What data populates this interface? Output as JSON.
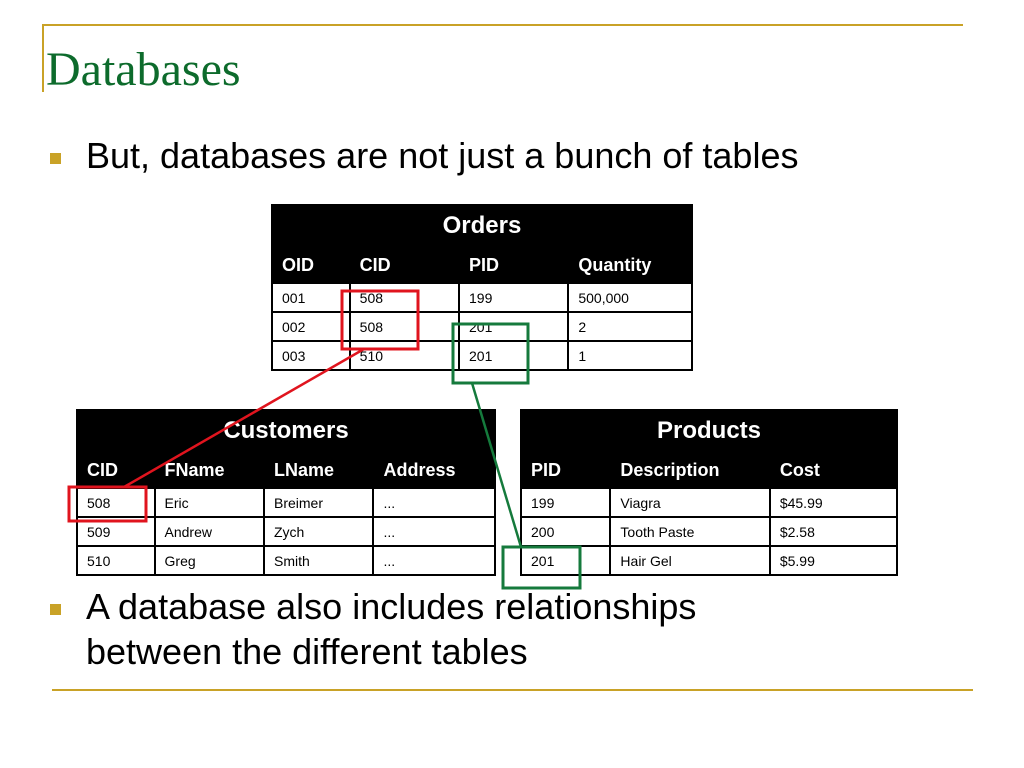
{
  "slide": {
    "title": "Databases",
    "bullets": [
      "But, databases are not just a bunch of tables",
      "A database also includes relationships",
      "between the different tables"
    ]
  },
  "colors": {
    "accent_gold": "#c9a227",
    "title_green": "#0d6b2c",
    "link_red": "#e0141e",
    "link_green": "#157a3c"
  },
  "tables": {
    "orders": {
      "name": "Orders",
      "columns": [
        "OID",
        "CID",
        "PID",
        "Quantity"
      ],
      "rows": [
        [
          "001",
          "508",
          "199",
          "500,000"
        ],
        [
          "002",
          "508",
          "201",
          "2"
        ],
        [
          "003",
          "510",
          "201",
          "1"
        ]
      ]
    },
    "customers": {
      "name": "Customers",
      "columns": [
        "CID",
        "FName",
        "LName",
        "Address"
      ],
      "rows": [
        [
          "508",
          "Eric",
          "Breimer",
          "..."
        ],
        [
          "509",
          "Andrew",
          "Zych",
          "..."
        ],
        [
          "510",
          "Greg",
          "Smith",
          "..."
        ]
      ]
    },
    "products": {
      "name": "Products",
      "columns": [
        "PID",
        "Description",
        "Cost"
      ],
      "rows": [
        [
          "199",
          "Viagra",
          "$45.99"
        ],
        [
          "200",
          "Tooth Paste",
          "$2.58"
        ],
        [
          "201",
          "Hair Gel",
          "$5.99"
        ]
      ]
    }
  }
}
